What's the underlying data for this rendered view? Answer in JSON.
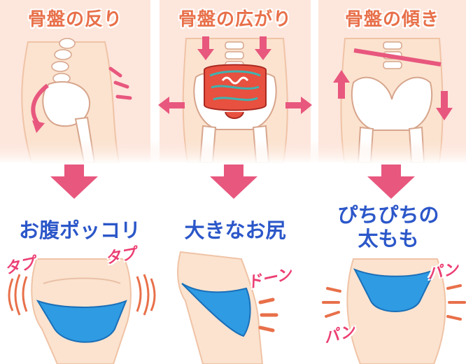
{
  "panels": [
    {
      "title": "骨盤の反り",
      "result": "お腹ポッコリ"
    },
    {
      "title": "骨盤の広がり",
      "result": "大きなお尻"
    },
    {
      "title": "骨盤の傾き",
      "result": "ぴちぴちの\n太もも"
    }
  ],
  "sound_effects": {
    "tap_left": "タプ",
    "tap_right": "タプ",
    "doon": "ドーン",
    "pan_right": "パン",
    "pan_left": "パン"
  },
  "colors": {
    "title": "#e8704a",
    "result": "#2c57c9",
    "arrow": "#e8577e",
    "sfx": "#ec3f73",
    "panel_bg": "#fde6dc",
    "skin": "#fbe3cf",
    "underwear": "#2f9be3"
  },
  "icons": [
    "down-arrow-icon",
    "pelvis-illustration",
    "intestine-illustration",
    "motion-lines-icon"
  ]
}
